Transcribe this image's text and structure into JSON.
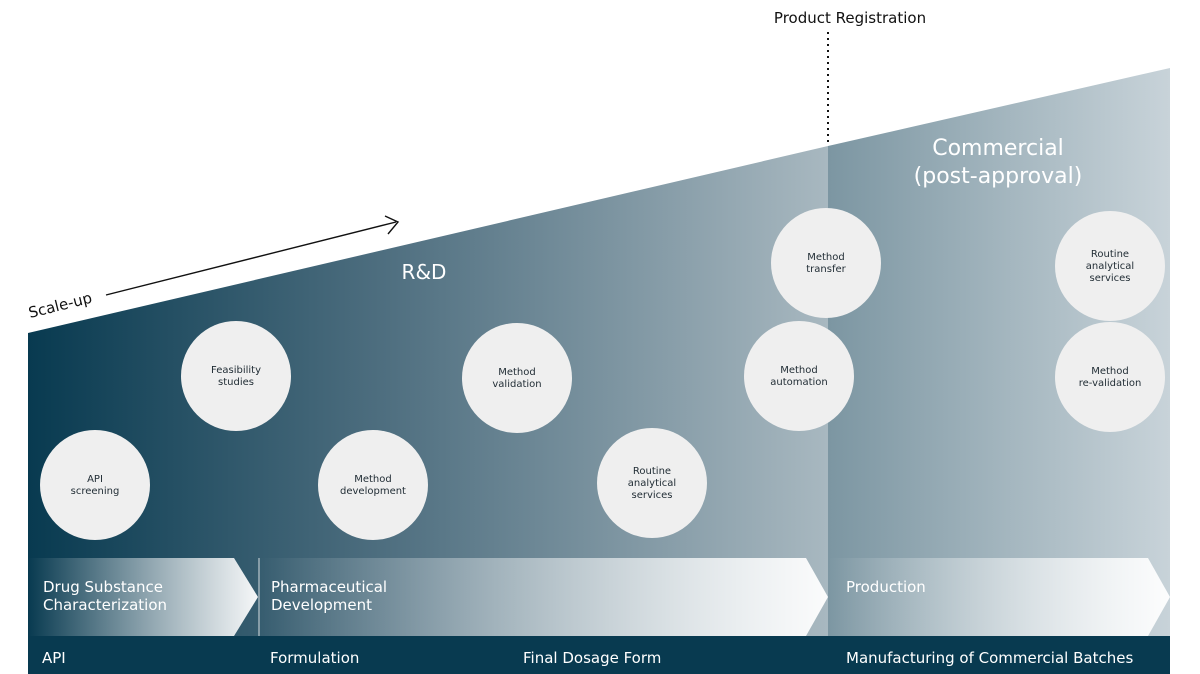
{
  "title": "Product Registration",
  "scale_label": "Scale-up",
  "rd_label": "R&D",
  "commercial": {
    "line1": "Commercial",
    "line2": "(post-approval)"
  },
  "phases": [
    {
      "line1": "Drug Substance",
      "line2": "Characterization"
    },
    {
      "line1": "Pharmaceutical",
      "line2": "Development"
    },
    {
      "line1": "Production",
      "line2": ""
    }
  ],
  "stages": [
    "API",
    "Formulation",
    "Final Dosage Form",
    "Manufacturing of Commercial Batches"
  ],
  "bubbles": [
    {
      "line1": "API",
      "line2": "screening",
      "line3": ""
    },
    {
      "line1": "Feasibility",
      "line2": "studies",
      "line3": ""
    },
    {
      "line1": "Method",
      "line2": "development",
      "line3": ""
    },
    {
      "line1": "Method",
      "line2": "validation",
      "line3": ""
    },
    {
      "line1": "Routine",
      "line2": "analytical",
      "line3": "services"
    },
    {
      "line1": "Method",
      "line2": "transfer",
      "line3": ""
    },
    {
      "line1": "Method",
      "line2": "automation",
      "line3": ""
    },
    {
      "line1": "Routine",
      "line2": "analytical",
      "line3": "services"
    },
    {
      "line1": "Method",
      "line2": "re-validation",
      "line3": ""
    }
  ],
  "colors": {
    "dark": "#083a50",
    "mid": "#6f8d99",
    "light": "#c4d0d6",
    "bubble": "#efefef"
  }
}
